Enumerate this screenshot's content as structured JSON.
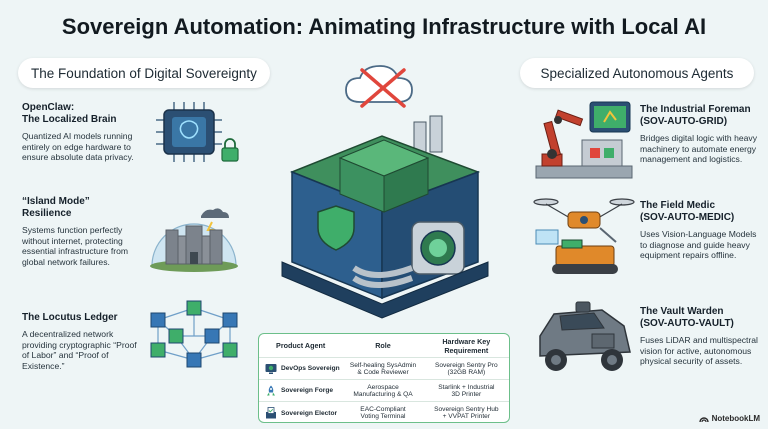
{
  "title": "Sovereign Automation: Animating Infrastructure with Local AI",
  "left_section": {
    "heading": "The Foundation of Digital Sovereignty",
    "items": [
      {
        "title": "OpenClaw:\nThe Localized Brain",
        "body": "Quantized AI models running entirely on edge hardware to ensure absolute data privacy.",
        "icon": "ai-chip-lock-icon"
      },
      {
        "title": "“Island Mode”\nResilience",
        "body": "Systems function perfectly without internet, protecting essential infrastructure from global network failures.",
        "icon": "dome-fortress-icon"
      },
      {
        "title": "The Locutus Ledger",
        "body": "A decentralized network providing cryptographic “Proof of Labor” and “Proof of Existence.”",
        "icon": "blockchain-network-icon"
      }
    ]
  },
  "right_section": {
    "heading": "Specialized Autonomous Agents",
    "items": [
      {
        "title": "The Industrial Foreman\n(SOV-AUTO-GRID)",
        "body": "Bridges digital logic with heavy machinery to automate energy management and logistics.",
        "icon": "robot-arm-icon"
      },
      {
        "title": "The Field Medic\n(SOV-AUTO-MEDIC)",
        "body": "Uses Vision-Language Models to diagnose and guide heavy equipment repairs offline.",
        "icon": "drone-rover-icon"
      },
      {
        "title": "The Vault Warden\n(SOV-AUTO-VAULT)",
        "body": "Fuses LiDAR and multispectral vision for active, autonomous physical security of assets.",
        "icon": "armored-vehicle-icon"
      }
    ]
  },
  "center": {
    "icon": "sovereign-server-no-cloud-icon"
  },
  "table": {
    "headers": [
      "Product Agent",
      "Role",
      "Hardware Key\nRequirement"
    ],
    "rows": [
      {
        "agent": "DevOps Sovereign",
        "role": "Self-healing SysAdmin\n& Code Reviewer",
        "hardware": "Sovereign Sentry Pro\n(32GB RAM)",
        "icon": "gear-monitor-icon"
      },
      {
        "agent": "Sovereign Forge",
        "role": "Aerospace\nManufacturing & QA",
        "hardware": "Starlink + Industrial\n3D Printer",
        "icon": "rocket-icon"
      },
      {
        "agent": "Sovereign Elector",
        "role": "EAC-Compliant\nVoting Terminal",
        "hardware": "Sovereign Sentry Hub\n+ VVPAT Printer",
        "icon": "ballot-box-icon"
      }
    ]
  },
  "brand": "NotebookLM",
  "colors": {
    "accent_green": "#3fae6a",
    "accent_blue": "#2f5f8c",
    "no_cloud_red": "#e0463c",
    "background": "#eef5f6"
  }
}
